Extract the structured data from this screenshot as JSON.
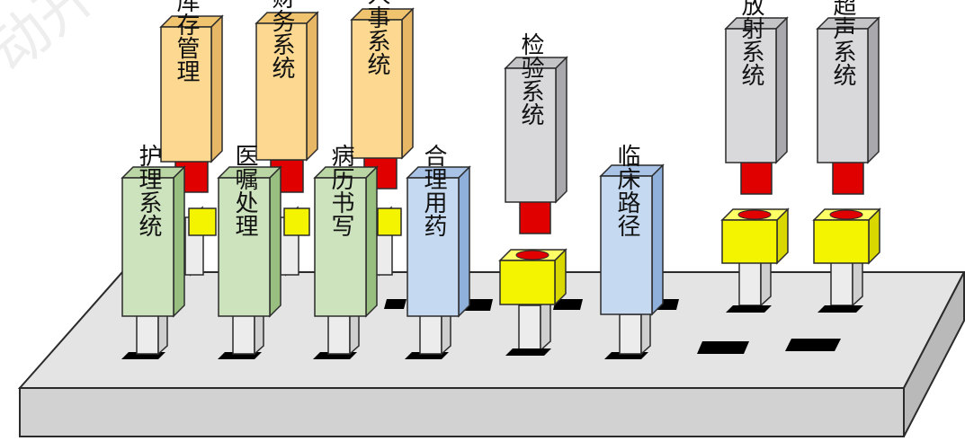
{
  "watermark": "动开",
  "modules": {
    "inventory": "库存管理",
    "finance": "财务系统",
    "hr": "人事系统",
    "lab": "检验系统",
    "radiology": "放射系统",
    "ultrasound": "超声系统",
    "nursing": "护理系统",
    "orders": "医嘱处理",
    "records": "病历书写",
    "drug_use": "合理用药",
    "pathway": "临床路径"
  },
  "colors": {
    "orange_front": "#fcd890",
    "orange_side": "#e8b766",
    "gray_front": "#d9d9dc",
    "gray_side": "#a9a9ad",
    "green_front": "#cde3bd",
    "green_side": "#98be80",
    "blue_front": "#c5d9f0",
    "blue_side": "#8fb0da",
    "plug_red": "#e00000",
    "socket_yellow": "#f4f400",
    "board_top": "#e4e4e4",
    "board_front": "#d2d2d2",
    "board_side": "#b9b9b9",
    "outline": "#2b2b2b"
  }
}
